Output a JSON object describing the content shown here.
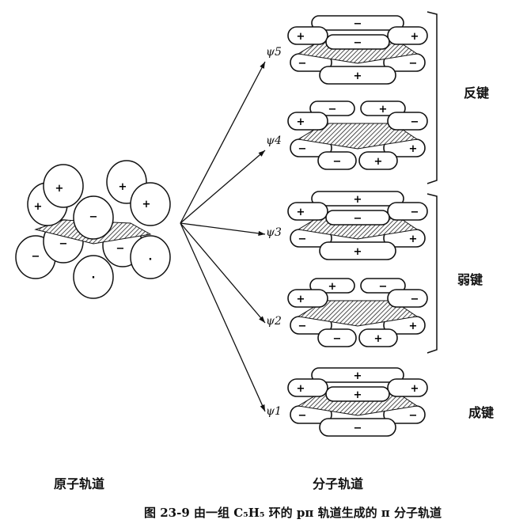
{
  "labels": {
    "atomic_orbitals": "原子轨道",
    "molecular_orbitals": "分子轨道",
    "antibonding": "反键",
    "weakly_bonding": "弱键",
    "bonding": "成键"
  },
  "caption": "图 23-9   由一组 C₅H₅ 环的 pπ 轨道生成的 π 分子轨道",
  "atomic_signs": [
    "+",
    "+",
    "+",
    "+",
    "−",
    "−",
    "−",
    "−",
    "·"
  ],
  "molecular_orbitals": [
    {
      "name": "ψ5",
      "back": [
        "−"
      ],
      "left": "+",
      "right": "+",
      "front": "−",
      "bleft": "−",
      "bright": "−",
      "bfront": "+"
    },
    {
      "name": "ψ4",
      "back": [
        "−",
        "+"
      ],
      "left": "+",
      "right": "−",
      "front": "",
      "bleft": "−",
      "bright": "+",
      "bfront": ""
    },
    {
      "name": "ψ3",
      "back": [
        "+"
      ],
      "left": "+",
      "right": "−",
      "front": "−",
      "bleft": "−",
      "bright": "+",
      "bfront": "+"
    },
    {
      "name": "ψ2",
      "back": [
        "+",
        "−"
      ],
      "left": "+",
      "right": "−",
      "front": "",
      "bleft": "−",
      "bright": "+",
      "bfront": ""
    },
    {
      "name": "ψ1",
      "back": [
        "+"
      ],
      "left": "+",
      "right": "+",
      "front": "+",
      "bleft": "−",
      "bright": "−",
      "bfront": "−"
    }
  ]
}
